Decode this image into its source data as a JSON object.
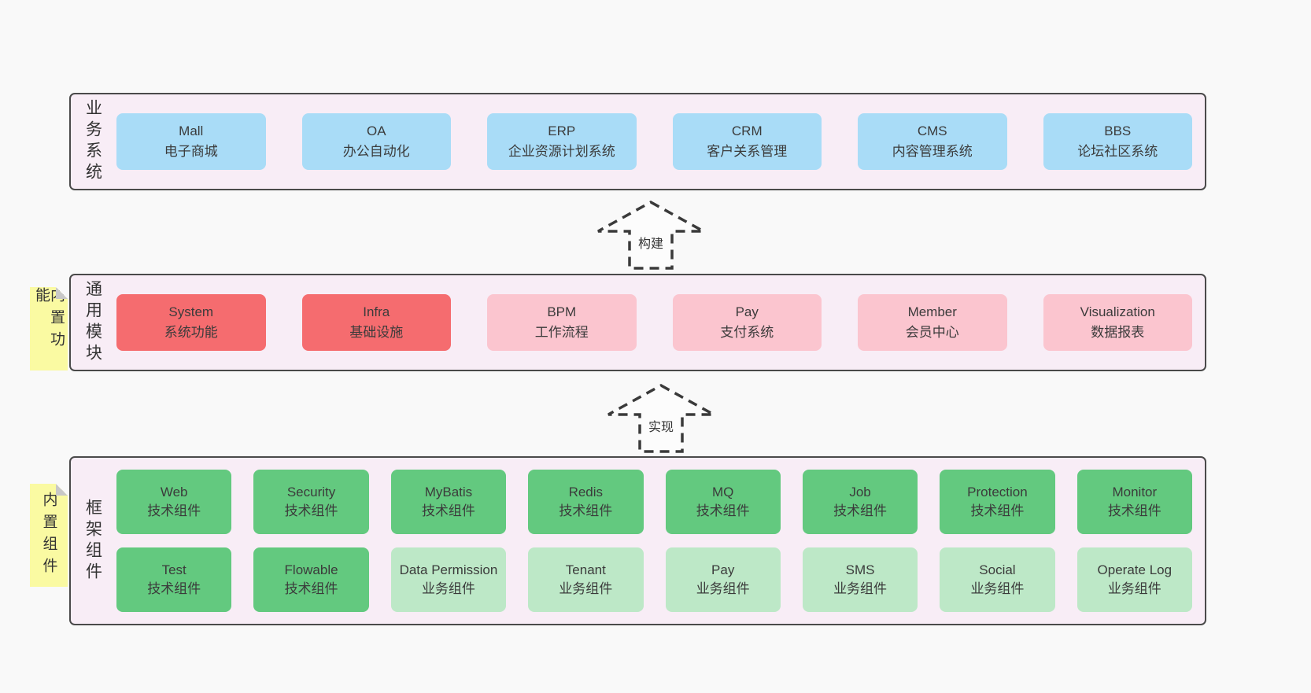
{
  "colors": {
    "page_bg": "#f9f9f9",
    "band_bg": "#f8edf6",
    "band_border": "#4a4a4a",
    "blue_box": "#a9dcf7",
    "red_box": "#f56c6f",
    "pink_box": "#fbc5cf",
    "green_dark": "#63c97f",
    "green_light": "#bde8c7",
    "sticky_bg": "#fafaa2",
    "sticky_fold": "#c8c8c8",
    "text": "#3b3b3b",
    "arrow_stroke": "#3a3a3a",
    "arrow_fill": "#fcfcfc"
  },
  "bands": [
    {
      "label": "业务系统",
      "boxes": [
        {
          "title": "Mall",
          "subtitle": "电子商城"
        },
        {
          "title": "OA",
          "subtitle": "办公自动化"
        },
        {
          "title": "ERP",
          "subtitle": "企业资源计划系统"
        },
        {
          "title": "CRM",
          "subtitle": "客户关系管理"
        },
        {
          "title": "CMS",
          "subtitle": "内容管理系统"
        },
        {
          "title": "BBS",
          "subtitle": "论坛社区系统"
        }
      ]
    },
    {
      "label": "通用模块",
      "sticky": "内置功能",
      "boxes": [
        {
          "title": "System",
          "subtitle": "系统功能"
        },
        {
          "title": "Infra",
          "subtitle": "基础设施"
        },
        {
          "title": "BPM",
          "subtitle": "工作流程"
        },
        {
          "title": "Pay",
          "subtitle": "支付系统"
        },
        {
          "title": "Member",
          "subtitle": "会员中心"
        },
        {
          "title": "Visualization",
          "subtitle": "数据报表"
        }
      ]
    },
    {
      "label": "框架组件",
      "sticky": "内置组件",
      "rows": [
        [
          {
            "title": "Web",
            "subtitle": "技术组件"
          },
          {
            "title": "Security",
            "subtitle": "技术组件"
          },
          {
            "title": "MyBatis",
            "subtitle": "技术组件"
          },
          {
            "title": "Redis",
            "subtitle": "技术组件"
          },
          {
            "title": "MQ",
            "subtitle": "技术组件"
          },
          {
            "title": "Job",
            "subtitle": "技术组件"
          },
          {
            "title": "Protection",
            "subtitle": "技术组件"
          },
          {
            "title": "Monitor",
            "subtitle": "技术组件"
          }
        ],
        [
          {
            "title": "Test",
            "subtitle": "技术组件"
          },
          {
            "title": "Flowable",
            "subtitle": "技术组件"
          },
          {
            "title": "Data Permission",
            "subtitle": "业务组件"
          },
          {
            "title": "Tenant",
            "subtitle": "业务组件"
          },
          {
            "title": "Pay",
            "subtitle": "业务组件"
          },
          {
            "title": "SMS",
            "subtitle": "业务组件"
          },
          {
            "title": "Social",
            "subtitle": "业务组件"
          },
          {
            "title": "Operate Log",
            "subtitle": "业务组件"
          }
        ]
      ]
    }
  ],
  "arrows": [
    {
      "label": "构建"
    },
    {
      "label": "实现"
    }
  ]
}
